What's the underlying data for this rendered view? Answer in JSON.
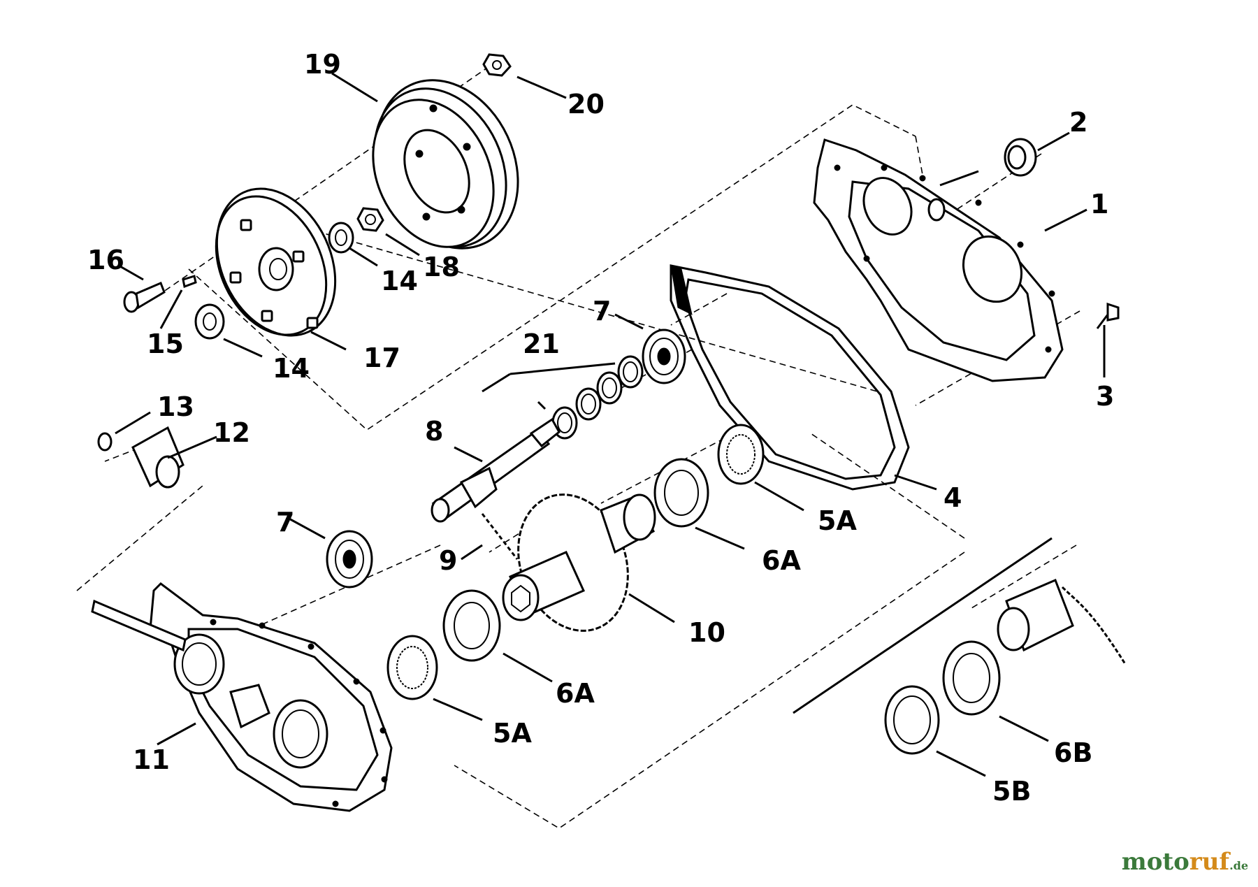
{
  "diagram": {
    "part_labels": {
      "p1": "1",
      "p2": "2",
      "p3": "3",
      "p4": "4",
      "p5a_top": "5A",
      "p5a_bottom": "5A",
      "p5b": "5B",
      "p6a_top": "6A",
      "p6a_bottom": "6A",
      "p6b": "6B",
      "p7_top": "7",
      "p7_bottom": "7",
      "p8": "8",
      "p9": "9",
      "p10": "10",
      "p11": "11",
      "p12": "12",
      "p13": "13",
      "p14_top": "14",
      "p14_bottom": "14",
      "p15": "15",
      "p16": "16",
      "p17": "17",
      "p18": "18",
      "p19": "19",
      "p20": "20",
      "p21": "21"
    }
  },
  "watermark": {
    "part1": "moto",
    "part2": "ruf",
    "part3": ".de"
  }
}
